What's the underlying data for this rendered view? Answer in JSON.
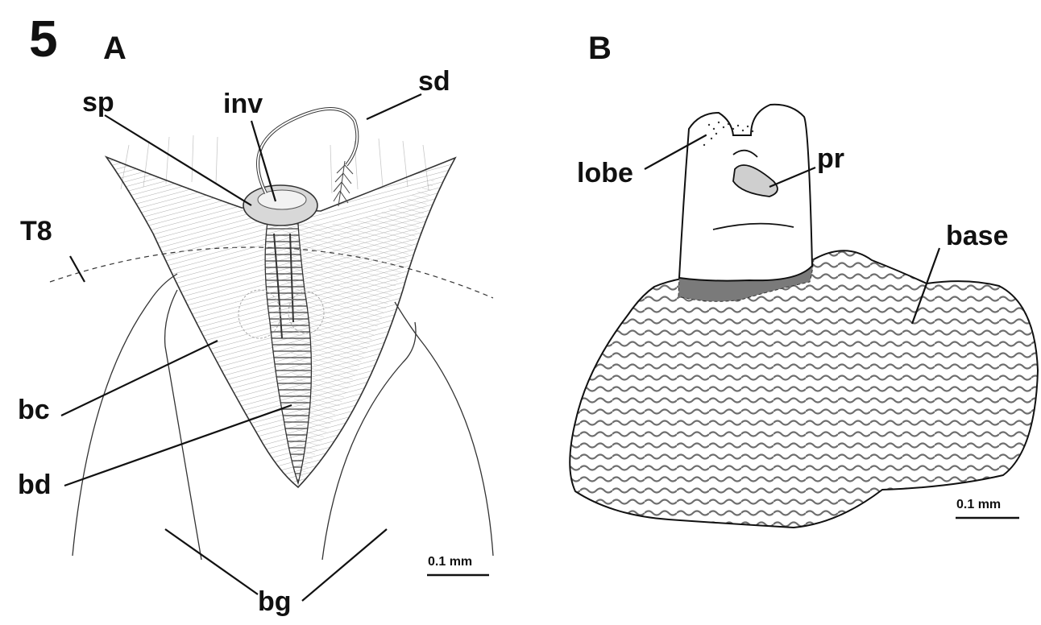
{
  "figure": {
    "number": "5",
    "panels": [
      {
        "id": "A",
        "label": "A",
        "structures": [
          "sp",
          "inv",
          "sd",
          "T8",
          "bc",
          "bd",
          "bg"
        ],
        "scale_bar": "0.1 mm"
      },
      {
        "id": "B",
        "label": "B",
        "structures": [
          "lobe",
          "pr",
          "base"
        ],
        "scale_bar": "0.1 mm"
      }
    ]
  },
  "colors": {
    "ink": "#111111",
    "shade": "#6e6e6e",
    "background": "#ffffff"
  }
}
